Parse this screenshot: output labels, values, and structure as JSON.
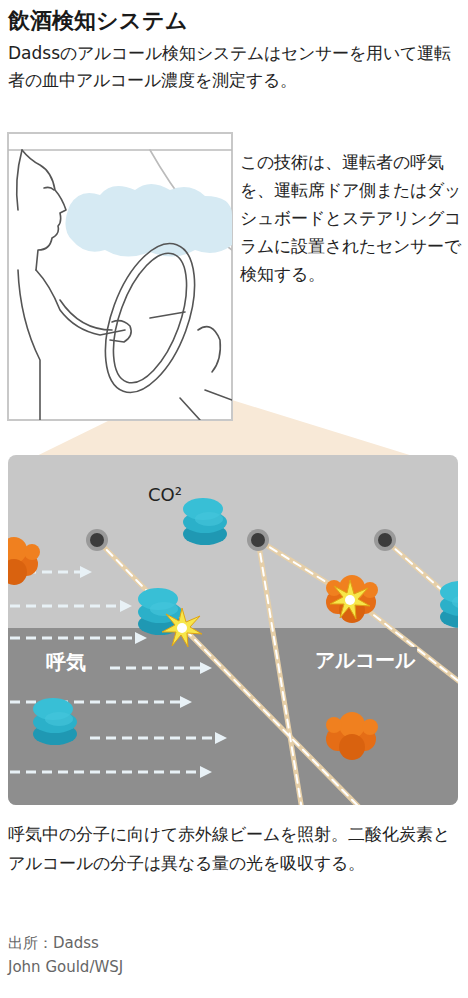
{
  "diagram": {
    "title": "飲酒検知システム",
    "caption": "呼気中の分子に向けて赤外線ビームを照射。二酸化炭素とアルコールの分子は異なる量の光を吸収する。",
    "nodes": [
      {
        "text": [
          "CO²",
          "呼気",
          "アルコール"
        ]
      }
    ],
    "labels": [
      "Dadssのアルコール検知システムはセンサーを用いて運転者の血中アルコール濃度を測定する。",
      "この技術は、運転者の呼気を、運転席ドア側またはダッシュボードとステアリングコラムに設置されたセンサーで検知する。",
      "出所：Dadss",
      "John Gould/WSJ"
    ]
  }
}
